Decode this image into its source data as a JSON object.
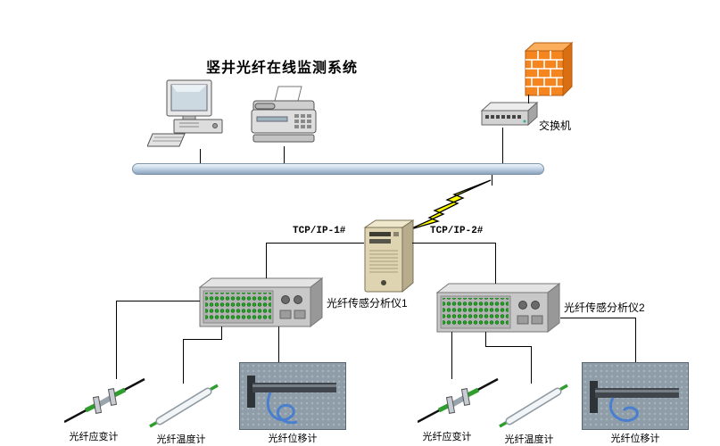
{
  "title": "竖井光纤在线监测系统",
  "colors": {
    "firewall_orange": "#f5861f",
    "lightning_yellow": "#ffff00",
    "bus_blue": "#9fb6cc",
    "port_green": "#21a121",
    "fiber_blue": "#4a7fd0"
  },
  "nodes": {
    "workstation": {
      "icon": "desktop-computer-icon"
    },
    "fax": {
      "icon": "fax-machine-icon"
    },
    "firewall": {
      "icon": "firewall-icon"
    },
    "switch": {
      "icon": "network-switch-icon",
      "label": "交换机"
    },
    "server": {
      "icon": "server-tower-icon"
    },
    "analyzer1": {
      "icon": "fiber-analyzer-icon",
      "label": "光纤传感分析仪1"
    },
    "analyzer2": {
      "icon": "fiber-analyzer-icon",
      "label": "光纤传感分析仪2"
    }
  },
  "links": {
    "tcp1": {
      "label": "TCP/IP-1#"
    },
    "tcp2": {
      "label": "TCP/IP-2#"
    }
  },
  "sensor_groups": [
    {
      "items": [
        {
          "type": "strain",
          "label": "光纤应变计"
        },
        {
          "type": "temperature",
          "label": "光纤温度计"
        },
        {
          "type": "displacement",
          "label": "光纤位移计"
        }
      ]
    },
    {
      "items": [
        {
          "type": "strain",
          "label": "光纤应变计"
        },
        {
          "type": "temperature",
          "label": "光纤温度计"
        },
        {
          "type": "displacement",
          "label": "光纤位移计"
        }
      ]
    }
  ]
}
